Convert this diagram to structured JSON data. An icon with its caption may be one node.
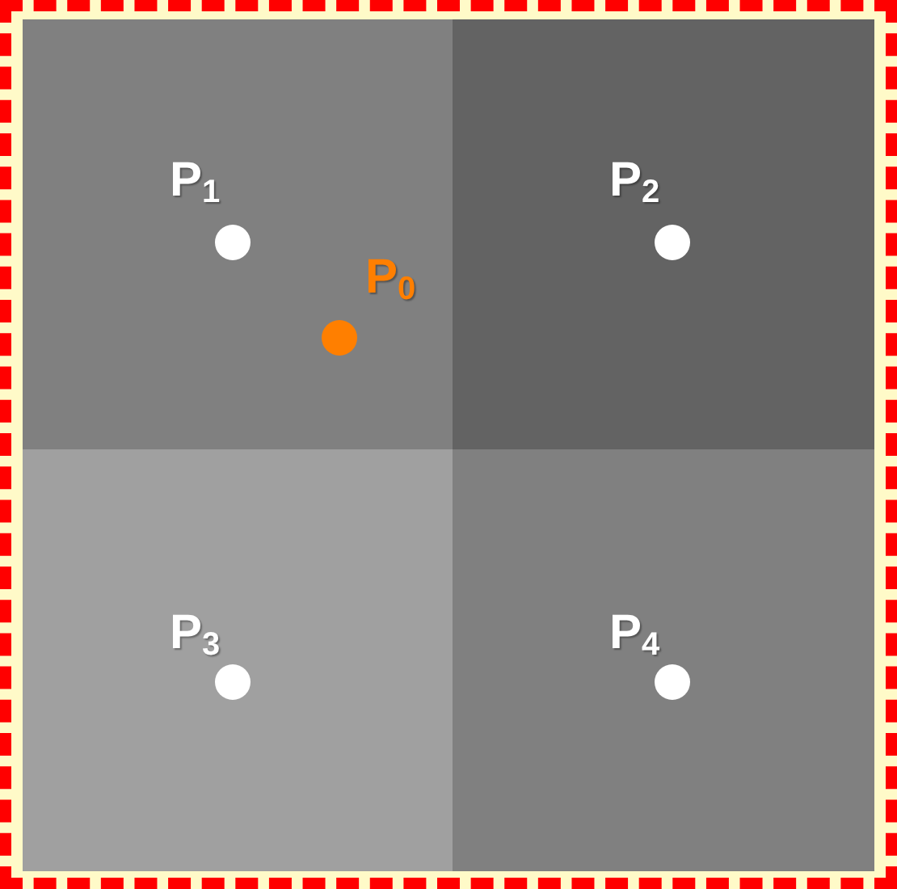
{
  "diagram": {
    "labels": [
      "P$_{1}$",
      "P$_{2}$",
      "P$_{0}$",
      "P$_{3}$",
      "P$_{4}$"
    ]
  }
}
